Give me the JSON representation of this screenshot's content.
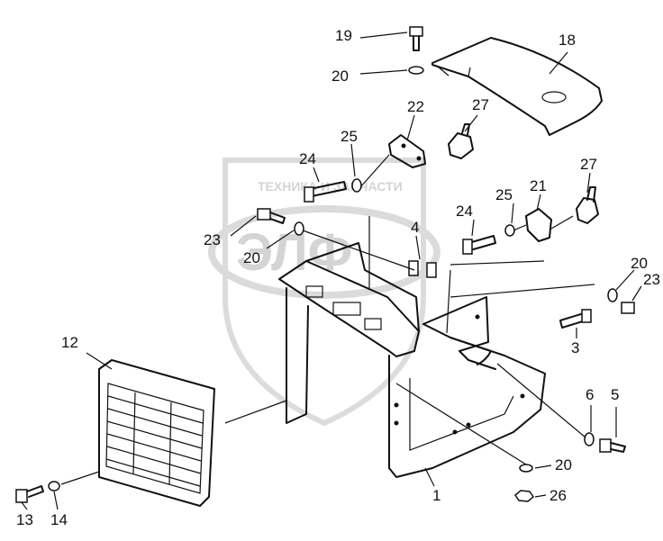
{
  "watermark": {
    "line1": "ТЕХНИКА И ЗАПЧАСТИ",
    "line2": "ЭЛФ"
  },
  "callouts": {
    "c19": "19",
    "c18": "18",
    "c20a": "20",
    "c22": "22",
    "c27a": "27",
    "c25a": "25",
    "c24a": "24",
    "c27b": "27",
    "c21": "21",
    "c25b": "25",
    "c24b": "24",
    "c4": "4",
    "c23a": "23",
    "c20b": "20",
    "c20c": "20",
    "c23b": "23",
    "c3": "3",
    "c12": "12",
    "c6": "6",
    "c5": "5",
    "c20d": "20",
    "c1": "1",
    "c26": "26",
    "c13": "13",
    "c14": "14"
  }
}
